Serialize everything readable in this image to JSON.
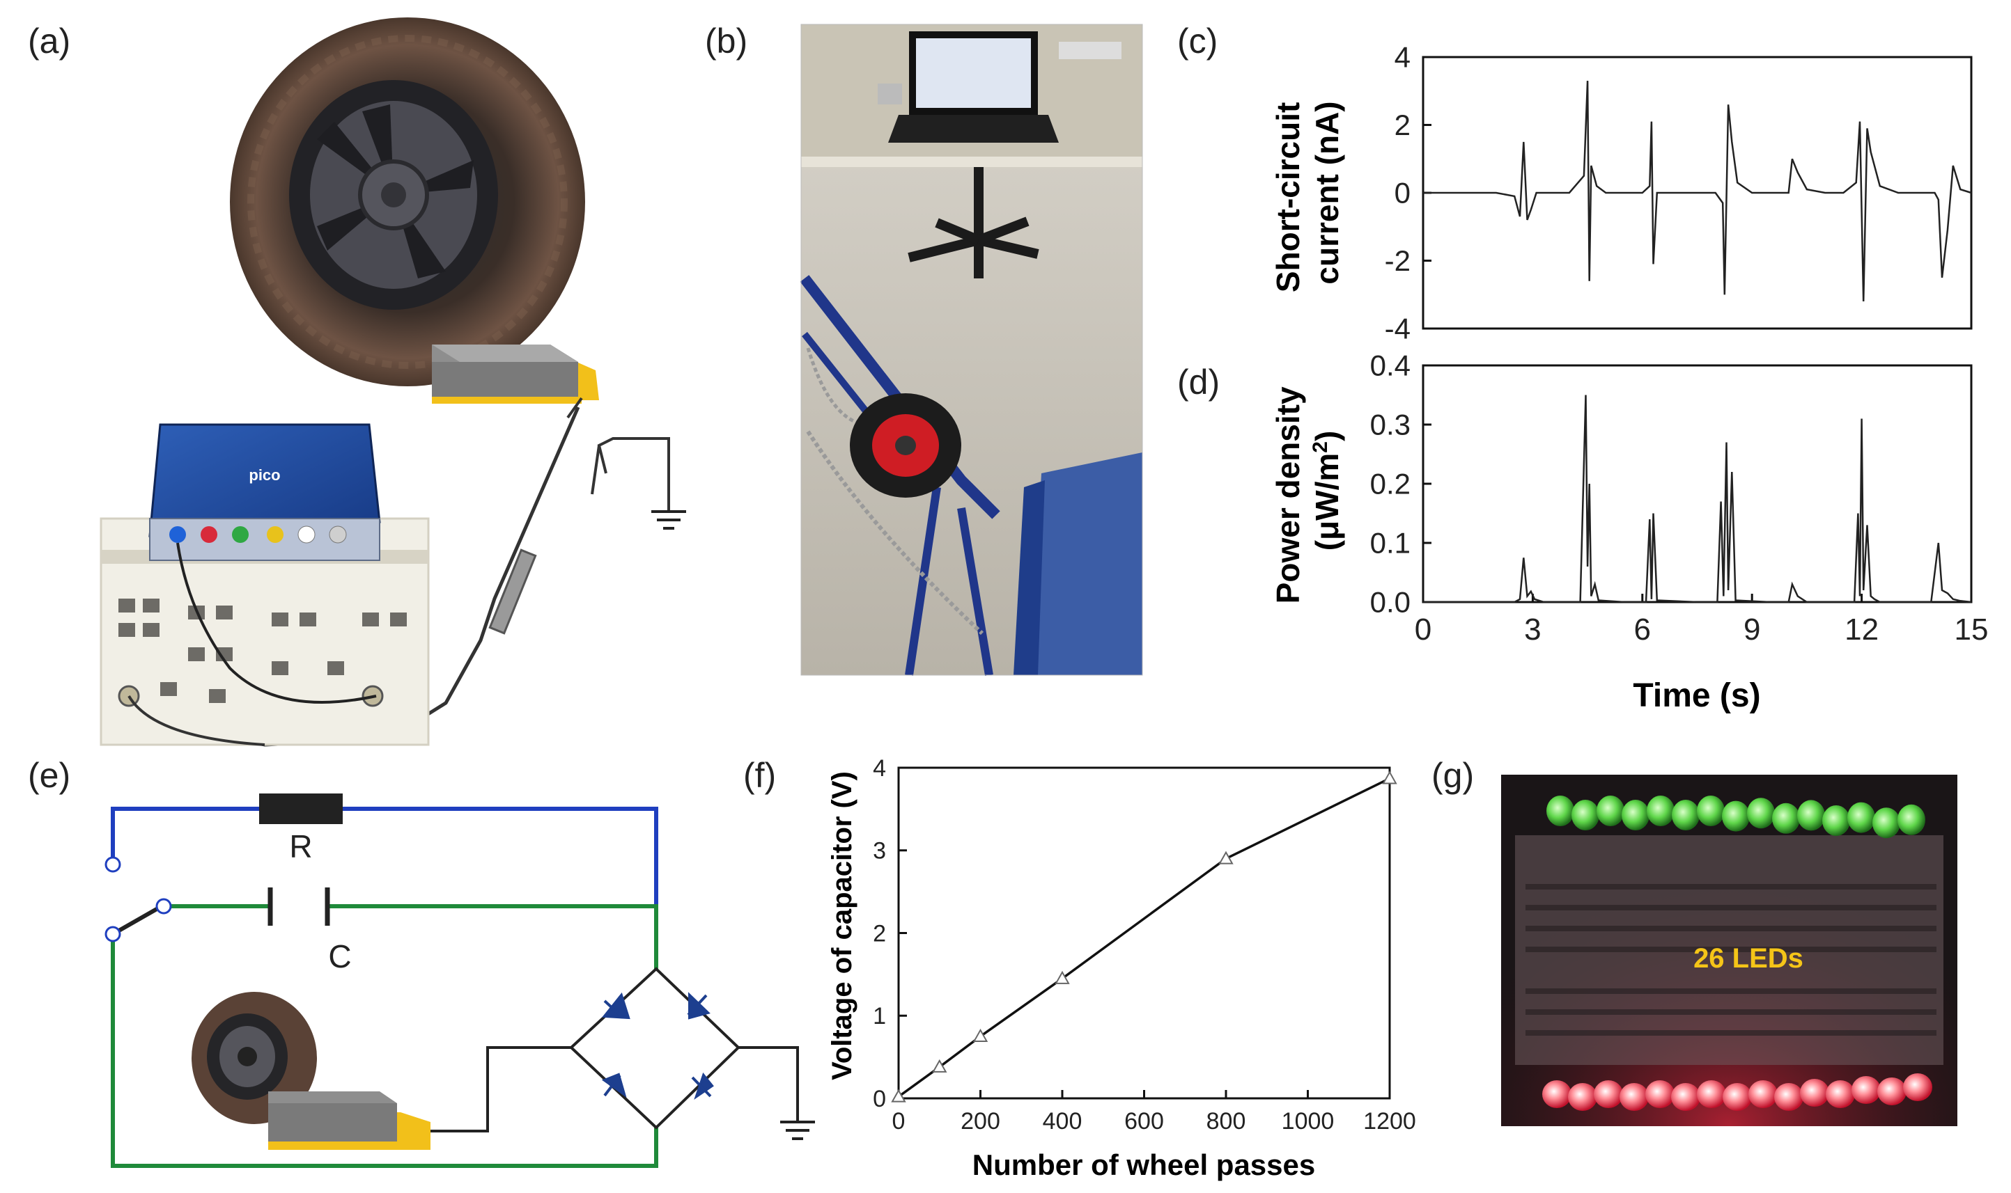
{
  "panels": {
    "a": "(a)",
    "b": "(b)",
    "c": "(c)",
    "d": "(d)",
    "e": "(e)",
    "f": "(f)",
    "g": "(g)"
  },
  "device": {
    "brand": "pico"
  },
  "circuit": {
    "resistor_label": "R",
    "capacitor_label": "C"
  },
  "led_caption": "26 LEDs",
  "colors": {
    "wire_blue": "#1f3fbf",
    "wire_green": "#1f8a3a",
    "electrode": "#f2c01a",
    "led_green": "#5fd64a",
    "led_red": "#ff4a5a",
    "caption": "#f5c518"
  },
  "chart_data": [
    {
      "id": "c",
      "type": "line",
      "ylabel": "Short-circuit current (nA)",
      "xlim": [
        0,
        15
      ],
      "ylim": [
        -4,
        4
      ],
      "yticks": [
        -4,
        -2,
        0,
        2,
        4
      ],
      "x": [
        0,
        0.5,
        1,
        1.5,
        2,
        2.5,
        2.65,
        2.75,
        2.85,
        2.95,
        3.1,
        3.5,
        4,
        4.4,
        4.5,
        4.55,
        4.6,
        4.75,
        5,
        5.5,
        6,
        6.2,
        6.25,
        6.3,
        6.4,
        6.6,
        7,
        7.5,
        8,
        8.2,
        8.25,
        8.35,
        8.45,
        8.6,
        9,
        9.5,
        10,
        10.1,
        10.25,
        10.5,
        11,
        11.5,
        11.85,
        11.95,
        12.05,
        12.15,
        12.25,
        12.5,
        13,
        13.5,
        14,
        14.1,
        14.2,
        14.35,
        14.5,
        14.7,
        15
      ],
      "y": [
        0,
        0,
        0,
        0,
        0,
        -0.1,
        -0.7,
        1.5,
        -0.8,
        -0.5,
        0,
        0,
        0,
        0.5,
        3.3,
        -2.6,
        0.8,
        0.2,
        0,
        0,
        0,
        0.2,
        2.1,
        -2.1,
        0,
        0,
        0,
        0,
        0,
        -0.3,
        -3,
        2.6,
        1.5,
        0.3,
        0,
        0,
        0,
        1,
        0.6,
        0.1,
        0,
        0,
        0.3,
        2.1,
        -3.2,
        1.9,
        1.2,
        0.2,
        0,
        0,
        0,
        -0.2,
        -2.5,
        -1.1,
        0.8,
        0.1,
        0
      ]
    },
    {
      "id": "d",
      "type": "line",
      "xlabel": "Time (s)",
      "ylabel": "Power density (μW/m²)",
      "xlim": [
        0,
        15
      ],
      "ylim": [
        0,
        0.4
      ],
      "xticks": [
        0,
        3,
        6,
        9,
        12,
        15
      ],
      "yticks": [
        0.0,
        0.1,
        0.2,
        0.3,
        0.4
      ],
      "x": [
        0,
        2.5,
        2.65,
        2.75,
        2.85,
        2.95,
        3.05,
        3.3,
        4.3,
        4.45,
        4.5,
        4.55,
        4.6,
        4.7,
        4.8,
        5.5,
        6.1,
        6.2,
        6.25,
        6.3,
        6.4,
        7.5,
        8.05,
        8.15,
        8.22,
        8.3,
        8.35,
        8.45,
        8.55,
        9.5,
        10,
        10.1,
        10.25,
        10.5,
        11.8,
        11.9,
        11.95,
        12.0,
        12.05,
        12.15,
        12.25,
        12.35,
        12.5,
        13.9,
        14.1,
        14.2,
        14.35,
        14.5,
        14.7,
        15
      ],
      "y": [
        0,
        0,
        0.005,
        0.075,
        0.01,
        0.018,
        0.005,
        0,
        0,
        0.35,
        0.06,
        0.2,
        0.01,
        0.03,
        0.003,
        0,
        0,
        0.14,
        0.005,
        0.15,
        0.003,
        0,
        0,
        0.17,
        0.01,
        0.27,
        0.02,
        0.22,
        0.003,
        0,
        0,
        0.03,
        0.01,
        0,
        0,
        0.15,
        0.01,
        0.31,
        0.02,
        0.13,
        0.01,
        0.005,
        0,
        0,
        0.1,
        0.02,
        0.015,
        0.005,
        0.002,
        0
      ]
    },
    {
      "id": "f",
      "type": "line",
      "xlabel": "Number of wheel passes",
      "ylabel": "Voltage of capacitor (V)",
      "xlim": [
        0,
        1200
      ],
      "ylim": [
        0,
        4
      ],
      "xticks": [
        0,
        200,
        400,
        600,
        800,
        1000,
        1200
      ],
      "yticks": [
        0,
        1,
        2,
        3,
        4
      ],
      "x": [
        0,
        100,
        200,
        400,
        800,
        1200
      ],
      "y": [
        0.02,
        0.38,
        0.75,
        1.45,
        2.9,
        3.87
      ]
    }
  ]
}
